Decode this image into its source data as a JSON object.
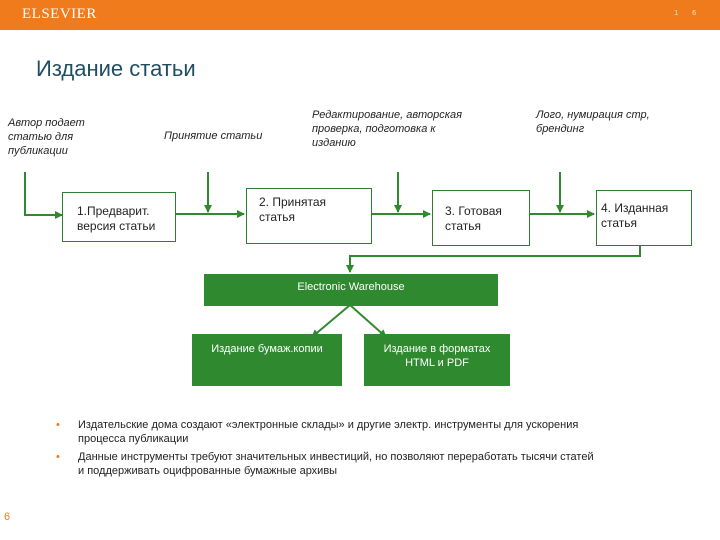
{
  "header": {
    "brand": "ELSEVIER",
    "page_mark": "1 6"
  },
  "title": "Издание статьи",
  "notes": {
    "author": "Автор подает статью для публикации",
    "accept": "Принятие статьи",
    "edit": "Редактирование, авторская проверка, подготовка к изданию",
    "logo": "Лого, нумирация стр, брендинг"
  },
  "stages": {
    "s1": "1.Предварит. версия статьи",
    "s2": "2. Принятая статья",
    "s3": "3. Готовая статья",
    "s4": "4. Изданная статья"
  },
  "warehouse": "Electronic Warehouse",
  "outputs": {
    "paper": "Издание бумаж.копии",
    "digital": "Издание в форматах HTML и PDF"
  },
  "bullets": [
    "Издательские дома создают «электронные склады» и другие электр. инструменты для ускорения процесса публикации",
    "Данные инструменты требуют значительных инвестиций, но позволяют переработать тысячи статей и поддерживать оцифрованные бумажные архивы"
  ],
  "bullet_marker": "•",
  "slide_number": "6",
  "colors": {
    "topbar": "#f07b1c",
    "green": "#2f8a2f",
    "border": "#2f7d32",
    "title": "#1f4e64"
  }
}
